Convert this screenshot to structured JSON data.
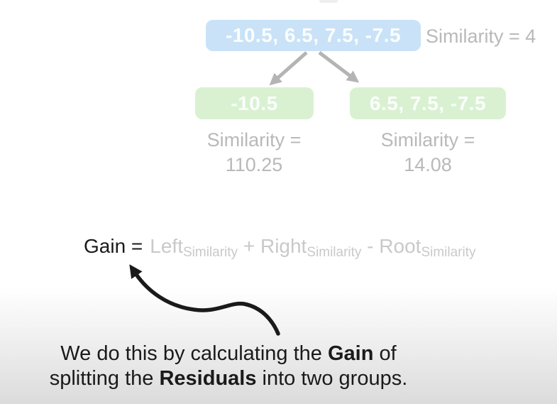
{
  "tree": {
    "root": {
      "residuals": "-10.5, 6.5, 7.5, -7.5",
      "similarity_label": "Similarity = 4"
    },
    "left_child": {
      "residuals": "-10.5",
      "similarity_line1": "Similarity =",
      "similarity_line2": "110.25"
    },
    "right_child": {
      "residuals": "6.5, 7.5, -7.5",
      "similarity_line1": "Similarity =",
      "similarity_line2": "14.08"
    }
  },
  "formula": {
    "lhs": "Gain =",
    "left_term": "Left",
    "left_sub": "Similarity",
    "plus": " + ",
    "right_term": "Right",
    "right_sub": "Similarity",
    "minus": " - ",
    "root_term": "Root",
    "root_sub": "Similarity"
  },
  "caption": {
    "line1_pre": "We do this by calculating the ",
    "line1_bold": "Gain",
    "line1_post": " of",
    "line2_pre": "splitting the ",
    "line2_bold": "Residuals",
    "line2_post": " into two groups."
  },
  "colors": {
    "blue_box": "#c9e2f8",
    "green_box": "#d9f1d1",
    "box_text": "#fbfdfc",
    "label_gray": "#b9b9b9",
    "formula_gray": "#c9c9c9",
    "arrow_gray": "#b4b4b4",
    "ink": "#1a1a1a"
  }
}
